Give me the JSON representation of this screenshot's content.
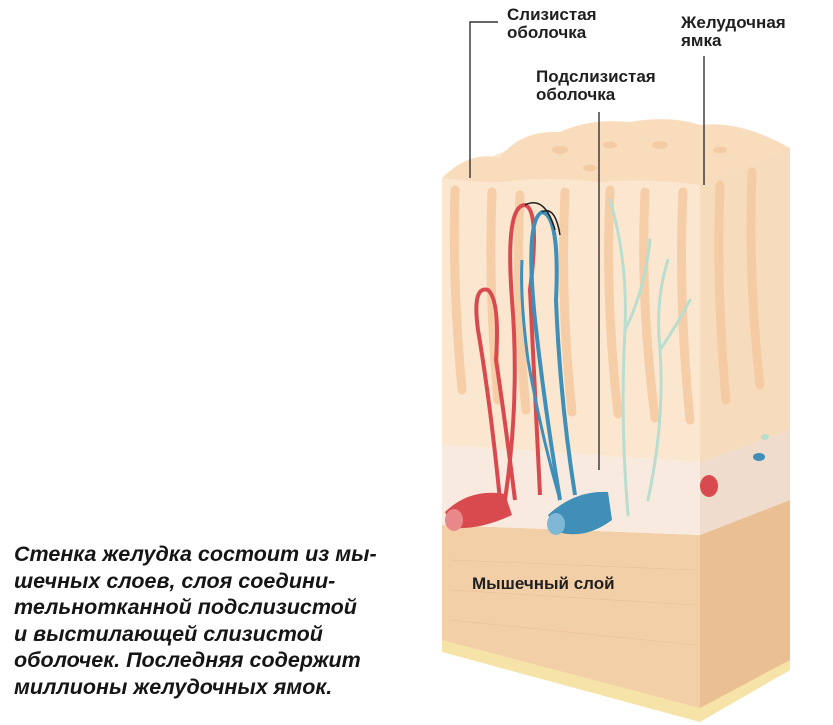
{
  "labels": {
    "mucosa": "Слизистая\nоболочка",
    "gastric_pit": "Желудочная\nямка",
    "submucosa": "Подслизистая\nоболочка",
    "muscle_layer": "Мышечный слой"
  },
  "caption": "Стенка желудка состоит из мы-\nшечных слоев, слоя соедини-\nтельнотканной подслизистой\nи выстилающей слизистой\nоболочек. Последняя содержит\nмиллионы желудочных ямок.",
  "colors": {
    "mucosa": "#fbe7cf",
    "gland": "#f5cfa6",
    "submucosa": "#f8eadf",
    "muscle": "#f3cfa8",
    "artery": "#d94a4e",
    "vein": "#3f8fb8",
    "lymph": "#b9ddcf",
    "leader_line": "#333333"
  }
}
